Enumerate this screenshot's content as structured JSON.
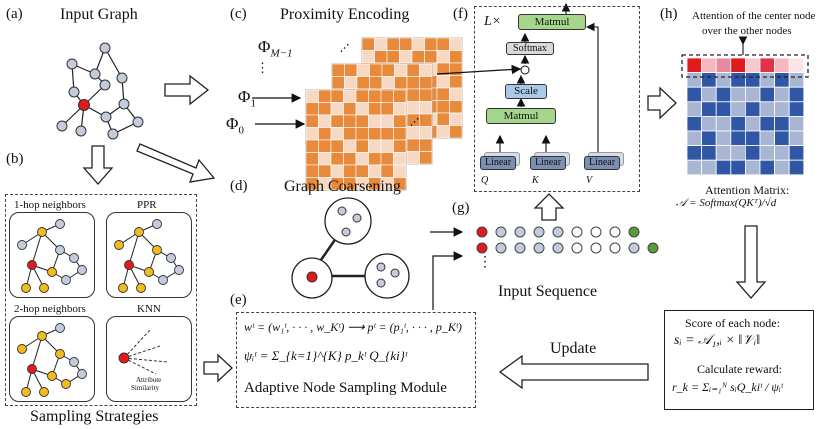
{
  "panels": {
    "a": {
      "tag": "(a)",
      "title": "Input Graph"
    },
    "b": {
      "tag": "(b)",
      "caption": "Sampling Strategies",
      "cells": [
        "1-hop neighbors",
        "PPR",
        "2-hop neighbors",
        "KNN"
      ],
      "knn_note_1": "Attribute",
      "knn_note_2": "Similarity"
    },
    "c": {
      "tag": "(c)",
      "title": "Proximity Encoding",
      "phi_m": "Φ",
      "phi_m_sub": "M−1",
      "phi_1": "Φ",
      "phi_1_sub": "1",
      "phi_0": "Φ",
      "phi_0_sub": "0"
    },
    "d": {
      "tag": "(d)",
      "title": "Graph Coarsening"
    },
    "e": {
      "tag": "(e)",
      "line1": "wᵗ = (w₁ᵗ, · · · , w_Kᵗ) ⟶ pᵗ = (p₁ᵗ, · · · , p_Kᵗ)",
      "line2": "ψᵢᵗ = Σ_{k=1}^{K} p_kᵗ Q_{ki}ᵗ",
      "module": "Adaptive Node Sampling Module"
    },
    "f": {
      "tag": "(f)",
      "layers": "L×",
      "matmul_top": "Matmul",
      "softmax": "Softmax",
      "scale": "Scale",
      "matmul_bottom": "Matmul",
      "linear": "Linear",
      "q": "Q",
      "k": "K",
      "v": "V"
    },
    "g": {
      "tag": "(g)",
      "caption": "Input Sequence"
    },
    "h": {
      "tag": "(h)",
      "caption_1": "Attention of the center node",
      "caption_2": "over the other nodes",
      "matrix_label": "Attention Matrix:",
      "matrix_formula": "𝒜 = Softmax(QKᵀ)/√d"
    },
    "score": {
      "title": "Score of each node:",
      "formula": "sᵢ = 𝒜₁,ᵢ × ‖𝒱ᵢ‖",
      "reward_title": "Calculate reward:",
      "reward_formula": "r_k = Σᵢ₌₁ᴺ sᵢQ_kiᵗ / ψᵢᵗ"
    },
    "update": {
      "label": "Update"
    },
    "ellipsis": "⋮"
  },
  "colors": {
    "node_gray": "#c3ccdc",
    "node_red": "#e01b1b",
    "node_yellow": "#f4bb1f",
    "node_green": "#5a9a3a",
    "orange": "#e88a3c",
    "peach": "#f7d9c3",
    "blue_dark": "#2f57a5",
    "blue_light": "#a8b6d4",
    "matmul_green": "#a6d68c",
    "scale_blue": "#a9c8ea",
    "linear_blue": "#7a8fb3"
  }
}
